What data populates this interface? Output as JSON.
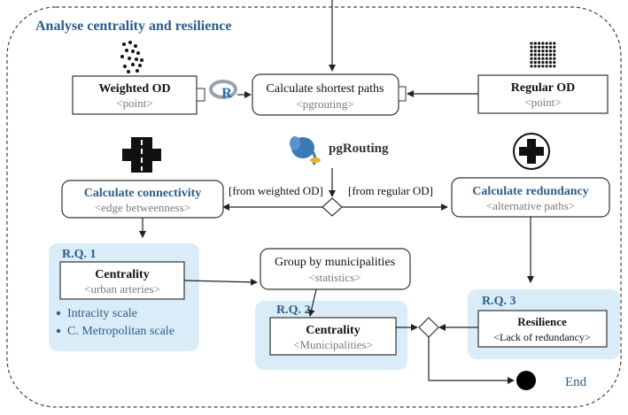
{
  "frame": {
    "title": "Analyse centrality and resilience"
  },
  "nodes": {
    "weighted_od": {
      "title": "Weighted OD",
      "subtitle": "<point>"
    },
    "regular_od": {
      "title": "Regular OD",
      "subtitle": "<point>"
    },
    "shortest_paths": {
      "title": "Calculate shortest paths",
      "subtitle": "<pgrouting>"
    },
    "connectivity": {
      "title": "Calculate connectivity",
      "subtitle": "<edge betweenness>"
    },
    "redundancy": {
      "title": "Calculate redundancy",
      "subtitle": "<alternative paths>"
    },
    "group": {
      "title": "Group by municipalities",
      "subtitle": "<statistics>"
    },
    "centrality_rq1": {
      "title": "Centrality",
      "subtitle": "<urban arteries>"
    },
    "centrality_rq2": {
      "title": "Centrality",
      "subtitle": "<Municipalities>"
    },
    "resilience": {
      "title": "Resilience",
      "subtitle": "<Lack of redundancy>"
    }
  },
  "guards": {
    "weighted": "[from weighted OD]",
    "regular": "[from regular OD]"
  },
  "research_questions": {
    "rq1": "R.Q. 1",
    "rq2": "R.Q. 2",
    "rq3": "R.Q. 3"
  },
  "rq1_bullets": [
    "Intracity scale",
    "C. Metropolitan scale"
  ],
  "logos": {
    "r": "R",
    "pgrouting": "pgRouting"
  },
  "end_label": "End",
  "colors": {
    "accent_blue": "#2e5c8a",
    "rq_panel": "#d9ecf8",
    "subtitle_gray": "#7a7a7a",
    "border": "#333333"
  },
  "icons": [
    "points-scatter-icon",
    "points-grid-icon",
    "road-icon",
    "plus-circle-icon",
    "r-logo-icon",
    "pgrouting-elephant-icon"
  ]
}
